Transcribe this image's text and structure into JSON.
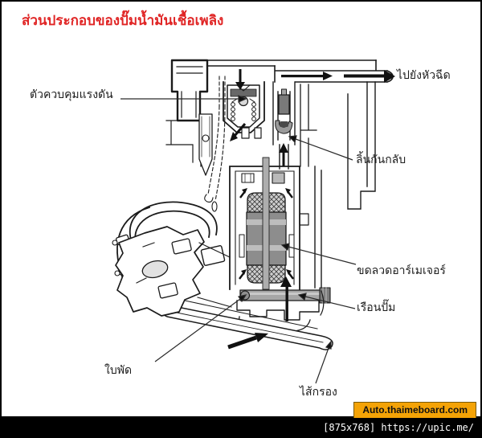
{
  "title": "ส่วนประกอบของปั๊มน้ำมันเชื้อเพลิง",
  "diagram": {
    "subject": "fuel-pump-cross-section",
    "labels": {
      "pressure_regulator": "ตัวควบคุมแรงดัน",
      "to_injector": "ไปยังหัวฉีด",
      "check_valve": "ลิ้นกันกลับ",
      "armature_coil": "ขดลวดอาร์เมเจอร์",
      "pump_housing": "เรือนปั๊ม",
      "impeller": "ใบพัด",
      "fuel_filter": "ไส้กรอง"
    }
  },
  "footer": {
    "badge": "Auto.thaimeboard.com",
    "caption": "[875x768] https://upic.me/"
  },
  "colors": {
    "title_red": "#e02525",
    "badge_bg": "#f4a306",
    "footer_bg": "#000000",
    "line": "#1b1b1b",
    "armature_gray": "#8d8d8d"
  }
}
